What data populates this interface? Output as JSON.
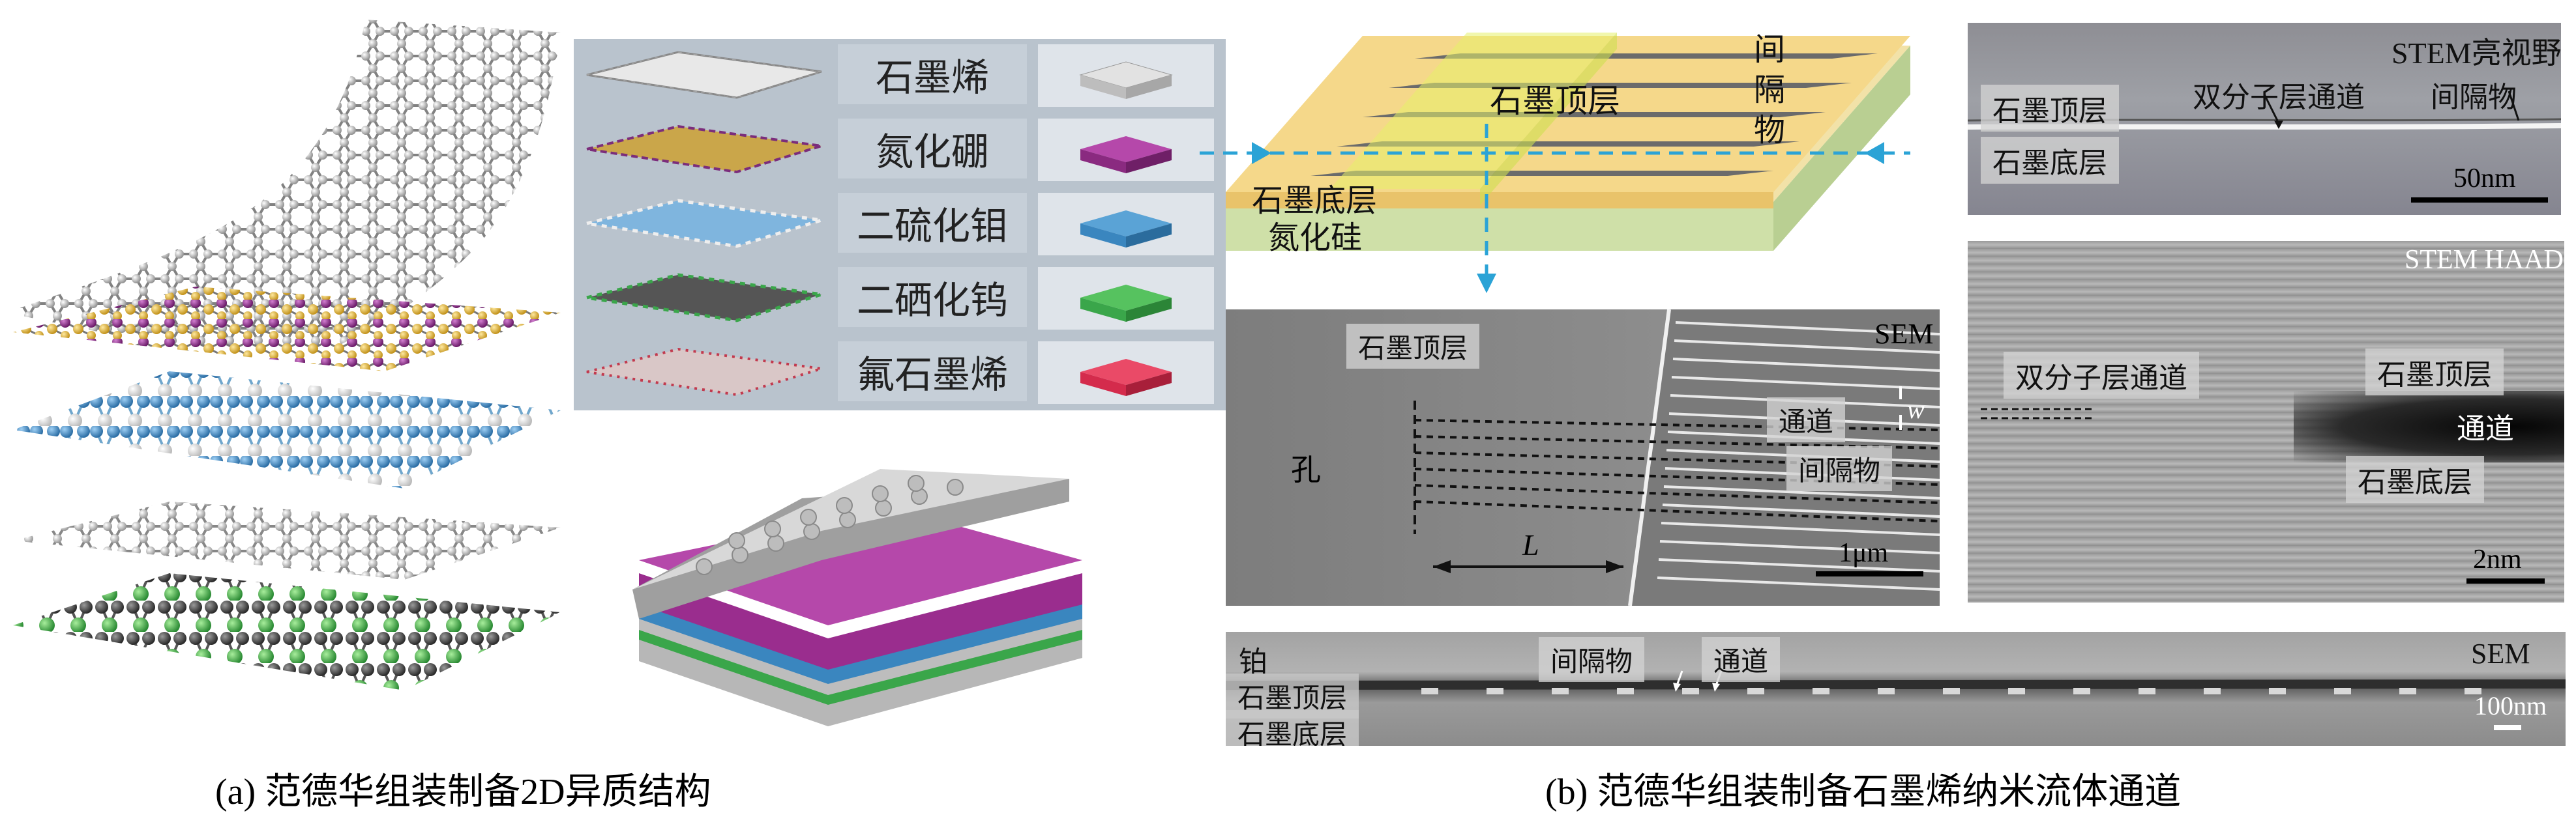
{
  "panel_a": {
    "caption": "(a) 范德华组装制备2D异质结构",
    "legend": [
      {
        "name": "石墨烯",
        "color": "#d6d6d6"
      },
      {
        "name": "氮化硼",
        "color": "#9a2d8e"
      },
      {
        "name": "二硫化钼",
        "color": "#3a86bf"
      },
      {
        "name": "二硒化钨",
        "color": "#3aa64a"
      },
      {
        "name": "氟石墨烯",
        "color": "#d42b4c"
      }
    ]
  },
  "panel_b": {
    "caption": "(b) 范德华组装制备石墨烯纳米流体通道",
    "schematic": {
      "top_layer": "石墨顶层",
      "spacer": "间隔物",
      "bottom_layer": "石墨底层",
      "substrate": "氮化硅"
    },
    "sem1": {
      "label": "SEM",
      "top_layer": "石墨顶层",
      "hole": "孔",
      "channel": "通道",
      "spacer": "间隔物",
      "width_symbol": "w",
      "length_symbol": "L",
      "scale": "1μm"
    },
    "stem_bf": {
      "label": "STEM亮视野",
      "top_layer": "石墨顶层",
      "channel": "双分子层通道",
      "spacer": "间隔物",
      "bottom_layer": "石墨底层",
      "scale": "50nm"
    },
    "stem_haadf": {
      "label": "STEM HAADF",
      "channel": "双分子层通道",
      "top_layer": "石墨顶层",
      "gap": "通道",
      "bottom_layer": "石墨底层",
      "scale": "2nm"
    },
    "sem2": {
      "label": "SEM",
      "platinum": "铂",
      "spacer": "间隔物",
      "channel": "通道",
      "top_layer": "石墨顶层",
      "bottom_layer": "石墨底层",
      "scale": "100nm"
    }
  }
}
